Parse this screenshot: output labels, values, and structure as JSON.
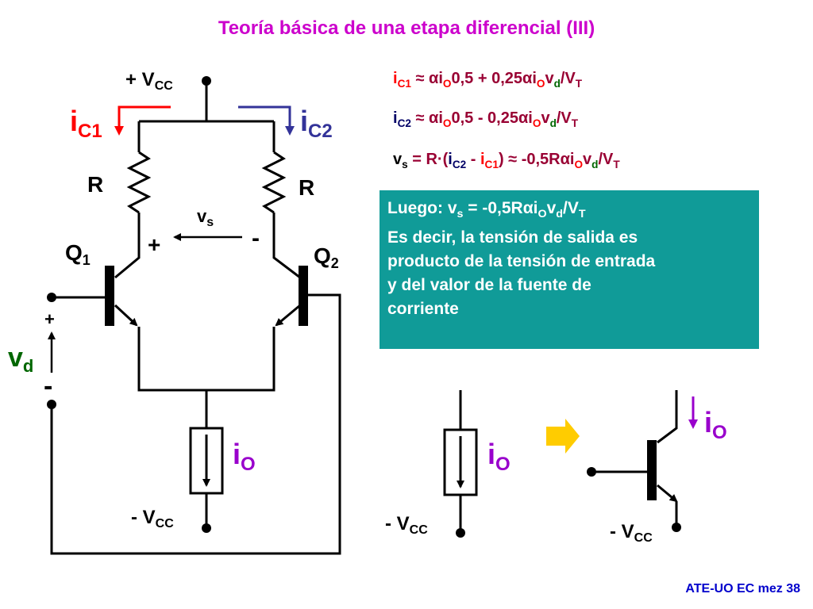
{
  "title": "Teoría básica de una etapa diferencial (III)",
  "equations": {
    "ic1": {
      "i": "i",
      "sub": "C1",
      "rest_a": " ≈ ",
      "alpha": "α",
      "i2": "i",
      "sub2": "O",
      "mid": "0,5 + 0,25",
      "alpha2": "α",
      "i3": "i",
      "sub3": "O",
      "v": "v",
      "vsub": "d",
      "tail": "/V",
      "tsub": "T"
    },
    "ic2": {
      "i": "i",
      "sub": "C2",
      "rest_a": " ≈ ",
      "alpha": "α",
      "i2": "i",
      "sub2": "O",
      "mid": "0,5 - 0,25",
      "alpha2": "α",
      "i3": "i",
      "sub3": "O",
      "v": "v",
      "vsub": "d",
      "tail": "/V",
      "tsub": "T"
    },
    "vs": {
      "v": "v",
      "sub": "s",
      "eq": " = R·(",
      "i1": "i",
      "s1": "C2",
      "minus": " - ",
      "i2": "i",
      "s2": "C1",
      "close": ") ≈ -0,5R",
      "alpha": "α",
      "i3": "i",
      "s3": "O",
      "v2": "v",
      "s4": "d",
      "tail": "/V",
      "s5": "T"
    }
  },
  "box": {
    "line1_prefix": "Luego:   v",
    "line1_sub": "s",
    "line1_mid": " = -0,5R",
    "line1_alpha": "α",
    "line1_i": "i",
    "line1_isub": "O",
    "line1_v": "v",
    "line1_vsub": "d",
    "line1_tail": "/V",
    "line1_tsub": "T",
    "line2": "Es decir, la tensión de salida es",
    "line3": "producto de la tensión de entrada",
    "line4": "y del valor de la fuente de",
    "line5": "corriente",
    "color": "#109b98"
  },
  "circuit": {
    "vcc_top": "+ V",
    "vcc_top_sub": "CC",
    "vcc_bottom": "- V",
    "vcc_bottom_sub": "CC",
    "ic1_label": "i",
    "ic1_sub": "C1",
    "ic2_label": "i",
    "ic2_sub": "C2",
    "r_left": "R",
    "r_right": "R",
    "q1": "Q",
    "q1_sub": "1",
    "q2": "Q",
    "q2_sub": "2",
    "vs_label": "v",
    "vs_sub": "s",
    "plus_out": "+",
    "minus_out": "-",
    "vd_label": "v",
    "vd_sub": "d",
    "vd_plus": "+",
    "vd_minus": "-",
    "io_label": "i",
    "io_sub": "O"
  },
  "source_small": {
    "io_label": "i",
    "io_sub": "O",
    "vcc": "- V",
    "vcc_sub": "CC"
  },
  "transistor_equiv": {
    "io_label": "i",
    "io_sub": "O",
    "vcc": "- V",
    "vcc_sub": "CC"
  },
  "footer": "ATE-UO EC mez 38",
  "colors": {
    "title": "#cc00cc",
    "ic1": "#ff0000",
    "ic2": "#333399",
    "io": "#9900cc",
    "box": "#109b98",
    "arrow": "#ffcc00",
    "footer": "#0000cc"
  }
}
